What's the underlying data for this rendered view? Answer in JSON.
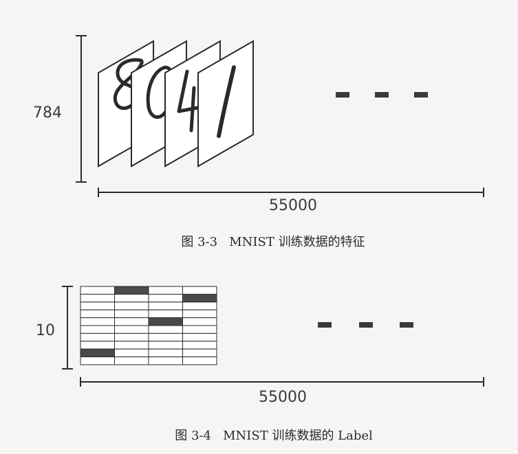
{
  "figure_3_3": {
    "dim_vertical": "784",
    "dim_horizontal": "55000",
    "caption": "图 3-3   MNIST 训练数据的特征",
    "digits": [
      "8",
      "0",
      "4",
      "1"
    ],
    "ellipsis_dash_count": 3
  },
  "figure_3_4": {
    "dim_vertical": "10",
    "dim_horizontal": "55000",
    "caption": "图 3-4   MNIST 训练数据的 Label",
    "one_hot_labels": [
      {
        "digit": "8",
        "hot_index": 8
      },
      {
        "digit": "0",
        "hot_index": 0
      },
      {
        "digit": "4",
        "hot_index": 4
      },
      {
        "digit": "1",
        "hot_index": 1
      }
    ],
    "ellipsis_dash_count": 3
  },
  "colors": {
    "background": "#f6f5f3",
    "ink": "#2a2a2a",
    "hot_cell": "#4a4a4a"
  }
}
